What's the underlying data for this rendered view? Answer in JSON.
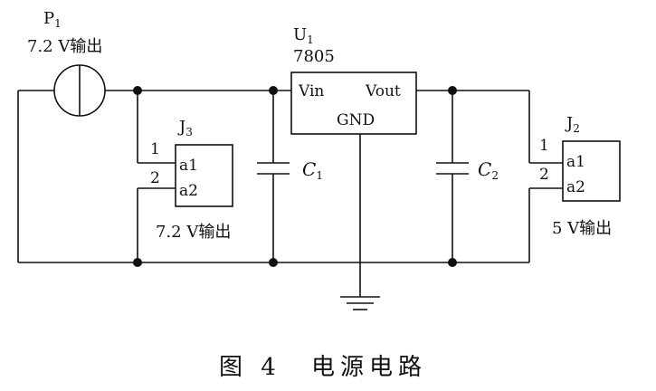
{
  "source": {
    "ref": "P",
    "ref_sub": "1",
    "output_label": "7.2 V输出"
  },
  "regulator": {
    "ref": "U",
    "ref_sub": "1",
    "part": "7805",
    "pin_in": "Vin",
    "pin_out": "Vout",
    "pin_gnd": "GND"
  },
  "connector_in": {
    "ref": "J",
    "ref_sub": "3",
    "pin1_num": "1",
    "pin2_num": "2",
    "pin1_name": "a1",
    "pin2_name": "a2",
    "output_label": "7.2 V输出"
  },
  "connector_out": {
    "ref": "J",
    "ref_sub": "2",
    "pin1_num": "1",
    "pin2_num": "2",
    "pin1_name": "a1",
    "pin2_name": "a2",
    "output_label": "5 V输出"
  },
  "capacitors": [
    {
      "ref": "C",
      "ref_sub": "1"
    },
    {
      "ref": "C",
      "ref_sub": "2"
    }
  ],
  "caption": {
    "figure": "图 4",
    "title": "电源电路"
  }
}
